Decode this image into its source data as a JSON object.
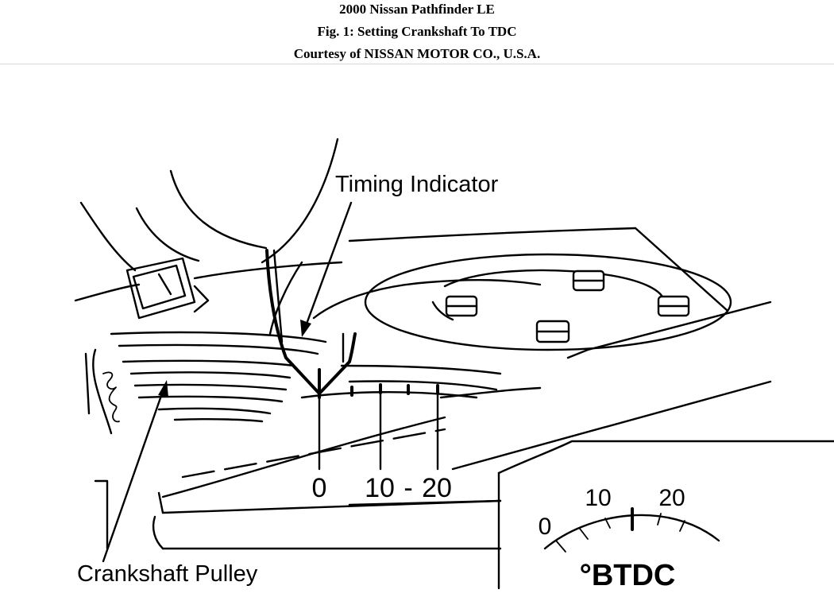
{
  "header": {
    "title": "2000 Nissan Pathfinder LE",
    "figure": "Fig. 1: Setting Crankshaft To TDC",
    "courtesy": "Courtesy of NISSAN MOTOR CO., U.S.A."
  },
  "diagram": {
    "label_timing_indicator": "Timing Indicator",
    "label_crankshaft_pulley": "Crankshaft Pulley",
    "pulley_marks": {
      "zero": "0",
      "ten": "10",
      "dash": "-",
      "twenty": "20"
    },
    "inset": {
      "zero": "0",
      "ten": "10",
      "twenty": "20",
      "unit": "°BTDC"
    }
  }
}
